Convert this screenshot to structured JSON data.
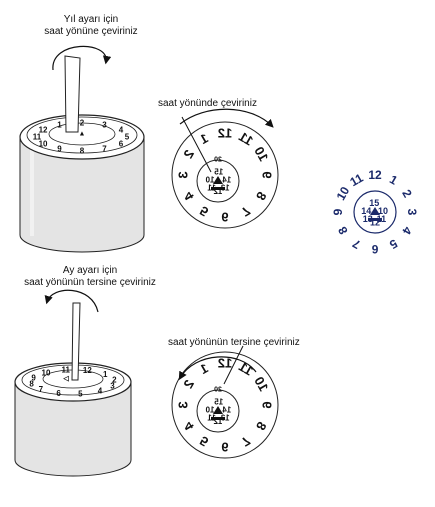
{
  "captions": {
    "top_line1": "Yıl ayarı için",
    "top_line2": "saat yönüne çeviriniz",
    "mid_right": "saat yönünde çeviriniz",
    "bottom_line1": "Ay ayarı için",
    "bottom_line2": "saat yönünün tersine çeviriniz",
    "bottom_right": "saat yönünün tersine çeviriniz"
  },
  "dial_months": [
    "1",
    "2",
    "3",
    "4",
    "5",
    "6",
    "7",
    "8",
    "9",
    "10",
    "11",
    "12"
  ],
  "dial_years": [
    "14",
    "15",
    "10",
    "11",
    "12",
    "13"
  ],
  "year_prefix": "20",
  "colors": {
    "ink": "#111111",
    "navy": "#1b2a6b",
    "cylinder": "#e4e4e4"
  }
}
